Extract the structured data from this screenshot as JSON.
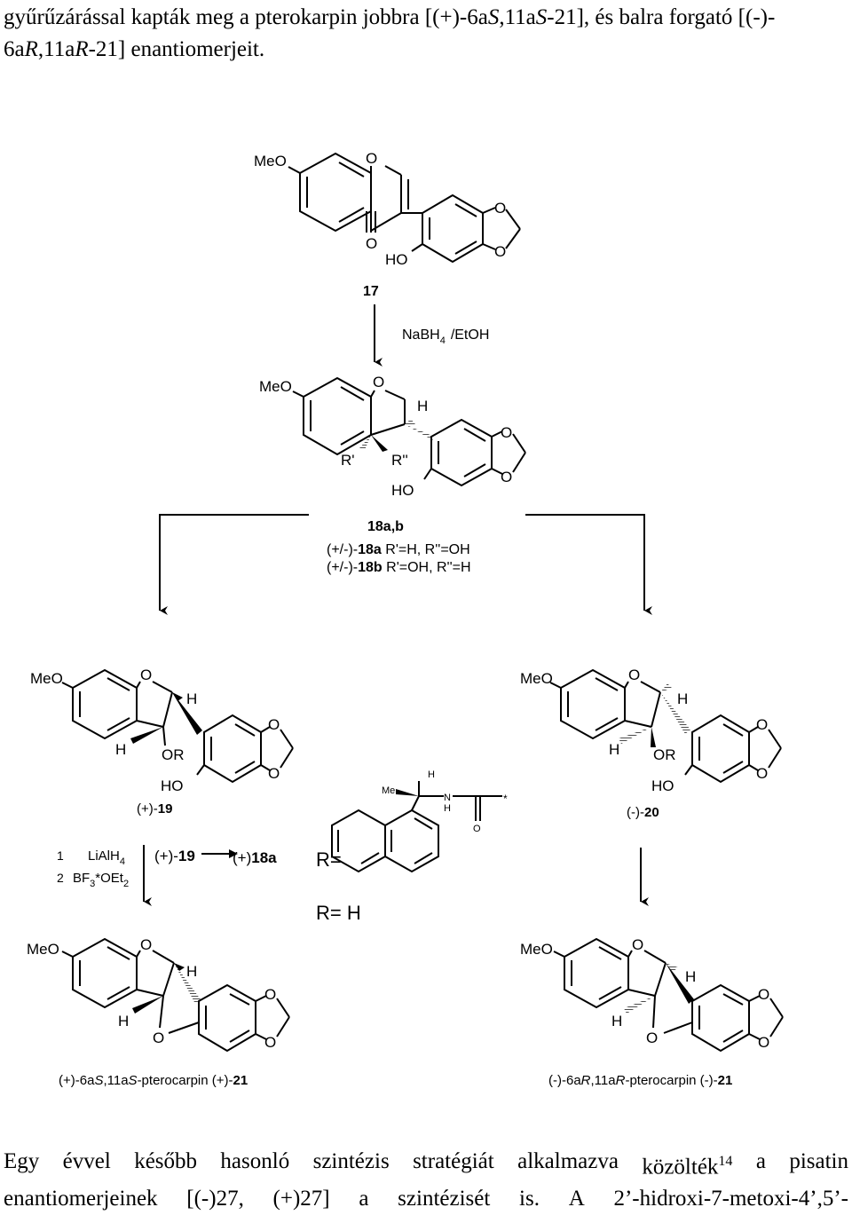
{
  "text_top": {
    "line1_a": "gyűrűzárással kapták meg a pterokarpin jobbra [(+)-6a",
    "line1_b": "S",
    "line1_c": ",11a",
    "line1_d": "S",
    "line1_e": "-21], és balra forgató [(-)-",
    "line2_a": "6a",
    "line2_b": "R",
    "line2_c": ",11a",
    "line2_d": "R",
    "line2_e": "-21] enantiomerjeit."
  },
  "scheme": {
    "c17": {
      "meo": "MeO",
      "o_ring": "O",
      "o_carbonyl": "O",
      "ho": "HO",
      "o_top": "O",
      "o_bottom": "O",
      "label": "17"
    },
    "reagent": {
      "main": "NaBH",
      "sub": "4",
      "tail": "/EtOH"
    },
    "c18": {
      "meo": "MeO",
      "o_ring": "O",
      "h": "H",
      "r1": "R'",
      "r2": "R''",
      "ho": "HO",
      "o_top": "O",
      "o_bottom": "O",
      "label": "18a,b"
    },
    "c18_desc": {
      "l1_pre": "(+/-)-",
      "l1_bold": "18a",
      "l1_post": " R'=H, R''=OH",
      "l2_pre": "(+/-)-",
      "l2_bold": "18b",
      "l2_post": " R'=OH, R''=H"
    },
    "c19": {
      "meo": "MeO",
      "o_ring": "O",
      "h_top": "H",
      "h_left": "H",
      "or": "OR",
      "ho": "HO",
      "o_top": "O",
      "o_bottom": "O",
      "label_pre": "(+)-",
      "label_bold": "19"
    },
    "c20": {
      "meo": "MeO",
      "o_ring": "O",
      "h_top": "H",
      "h_left": "H",
      "or": "OR",
      "ho": "HO",
      "o_top": "O",
      "o_bottom": "O",
      "label_pre": "(-)-",
      "label_bold": "20"
    },
    "r_group": {
      "me": "Me",
      "h": "H",
      "n": "N",
      "nh": "H",
      "o": "O",
      "star": "*",
      "r_eq": "R=",
      "r_eq_h": "R= H"
    },
    "steps": {
      "n1": "1",
      "n2": "2",
      "s1_main": "LiAlH",
      "s1_sub": "4",
      "s2_main": "BF",
      "s2_sub1": "3",
      "s2_mid": "*OEt",
      "s2_sub2": "2",
      "from_pre": "(+)-",
      "from_bold": "19",
      "to_pre": "(+)",
      "to_bold": "18a"
    },
    "p_left": {
      "meo": "MeO",
      "o_ring": "O",
      "h_top": "H",
      "h_left": "H",
      "o_bridge": "O",
      "o_top": "O",
      "o_bottom": "O",
      "label_a": "(+)-6a",
      "label_b": "S",
      "label_c": ",11a",
      "label_d": "S",
      "label_e": "-pterocarpin (+)-",
      "label_f": "21"
    },
    "p_right": {
      "meo": "MeO",
      "o_ring": "O",
      "h_top": "H",
      "h_left": "H",
      "o_bridge": "O",
      "o_top": "O",
      "o_bottom": "O",
      "label_a": "(-)-6a",
      "label_b": "R",
      "label_c": ",11a",
      "label_d": "R",
      "label_e": "-pterocarpin (-)-",
      "label_f": "21"
    }
  },
  "text_bottom": {
    "l1_words": [
      "Egy",
      "évvel",
      "később",
      "hasonló",
      "szintézis",
      "stratégiát",
      "alkalmazva"
    ],
    "l1_word_k": "közölték",
    "l1_ref": "14",
    "l1_tail": [
      "a",
      "pisatin"
    ],
    "l2_words": [
      "enantiomerjeinek",
      "[(-)27,",
      "(+)27]",
      "a",
      "szintézisét",
      "is.",
      "A",
      "2’-hidroxi-7-metoxi-4’,5’-"
    ]
  }
}
